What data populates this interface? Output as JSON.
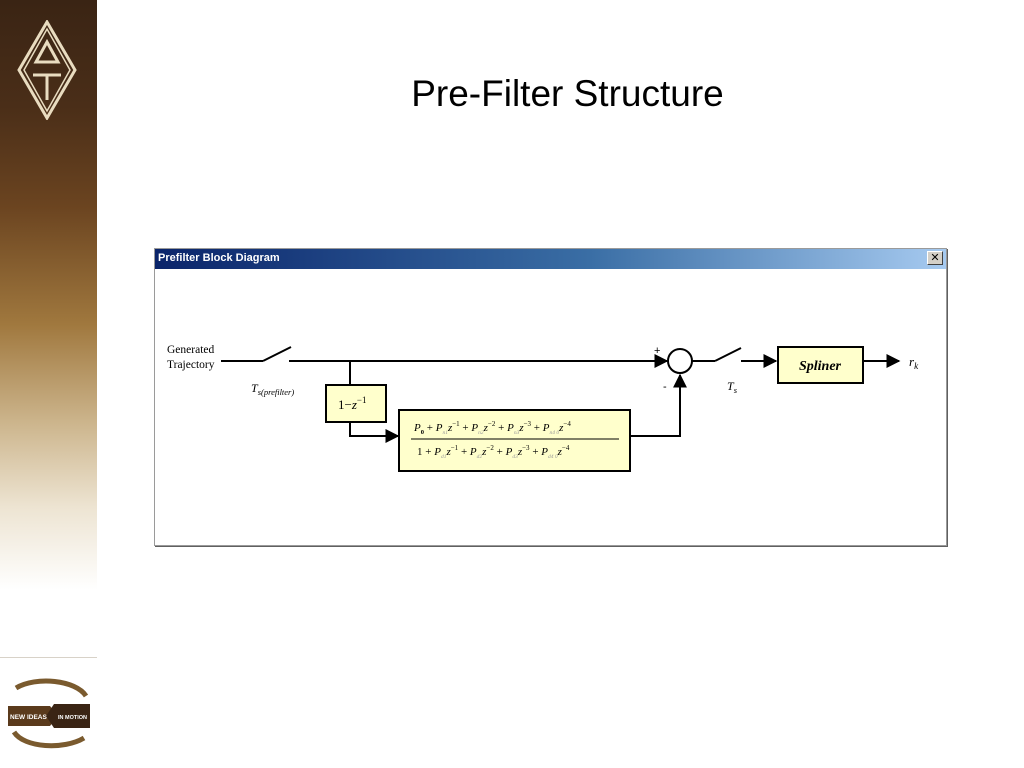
{
  "slide": {
    "title": "Pre-Filter Structure"
  },
  "logos": {
    "top_logo": "diamond-AT-logo",
    "bottom_logo_text_left": "NEW IDEAS",
    "bottom_logo_text_right": "IN MOTION"
  },
  "window": {
    "title": "Prefilter Block Diagram",
    "close_glyph": "✕"
  },
  "diagram": {
    "input_label_line1": "Generated",
    "input_label_line2": "Trajectory",
    "prefilter_sample_T": "T",
    "prefilter_sample_sub": "s(prefilter)",
    "diff_block": {
      "one": "1",
      "minus": "−",
      "z": "z",
      "exp": "−1"
    },
    "sum_plus": "+",
    "sum_minus": "-",
    "sample_T": "T",
    "sample_sub": "s",
    "spliner_label": "Spliner",
    "output_r": "r",
    "output_sub": "k",
    "transfer_function": {
      "numerator": [
        {
          "coef": "P",
          "sub": "0",
          "z": "",
          "exp": "",
          "op": ""
        },
        {
          "coef": "P",
          "sub": "n1",
          "z": "z",
          "exp": "−1",
          "op": "+"
        },
        {
          "coef": "P",
          "sub": "n2",
          "z": "z",
          "exp": "−2",
          "op": "+"
        },
        {
          "coef": "P",
          "sub": "n3",
          "z": "z",
          "exp": "−3",
          "op": "+"
        },
        {
          "coef": "P",
          "sub": "n4 0",
          "z": "z",
          "exp": "−4",
          "op": "+"
        }
      ],
      "denominator": [
        {
          "coef": "1",
          "sub": "",
          "z": "",
          "exp": "",
          "op": ""
        },
        {
          "coef": "P",
          "sub": "d1",
          "z": "z",
          "exp": "−1",
          "op": "+"
        },
        {
          "coef": "P",
          "sub": "d2",
          "z": "z",
          "exp": "−2",
          "op": "+"
        },
        {
          "coef": "P",
          "sub": "d3",
          "z": "z",
          "exp": "−3",
          "op": "+"
        },
        {
          "coef": "P",
          "sub": "d4 0",
          "z": "z",
          "exp": "−4",
          "op": "+"
        }
      ]
    }
  },
  "colors": {
    "block_fill": "#ffffcc",
    "block_stroke": "#000000",
    "titlebar_dark": "#0a246a",
    "titlebar_light": "#a6caf0"
  }
}
